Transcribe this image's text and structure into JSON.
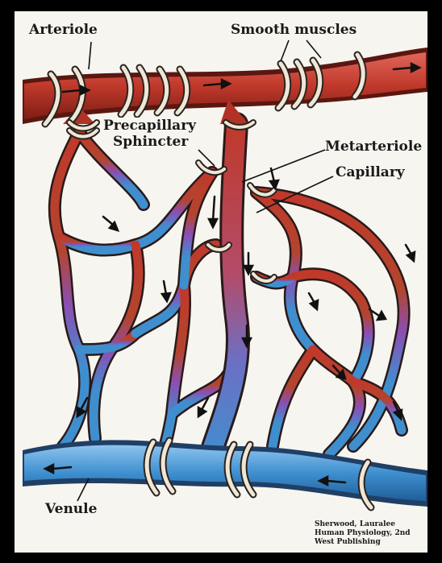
{
  "labels": {
    "arteriole": "Arteriole",
    "smooth_muscles": "Smooth muscles",
    "precapillary_line1": "Precapillary",
    "precapillary_line2": "Sphincter",
    "metarteriole": "Metarteriole",
    "capillary": "Capillary",
    "venule": "Venule"
  },
  "credit": {
    "line1": "Sherwood, Lauralee",
    "line2": "Human Physiology, 2nd",
    "line3": "West Publishing"
  },
  "colors": {
    "artery": "#c0392b",
    "artery_dark": "#8e2418",
    "vein": "#3f8fcf",
    "vein_dark": "#1f5f99",
    "mixed": "#8a4fb3",
    "band": "#efe6d6"
  }
}
